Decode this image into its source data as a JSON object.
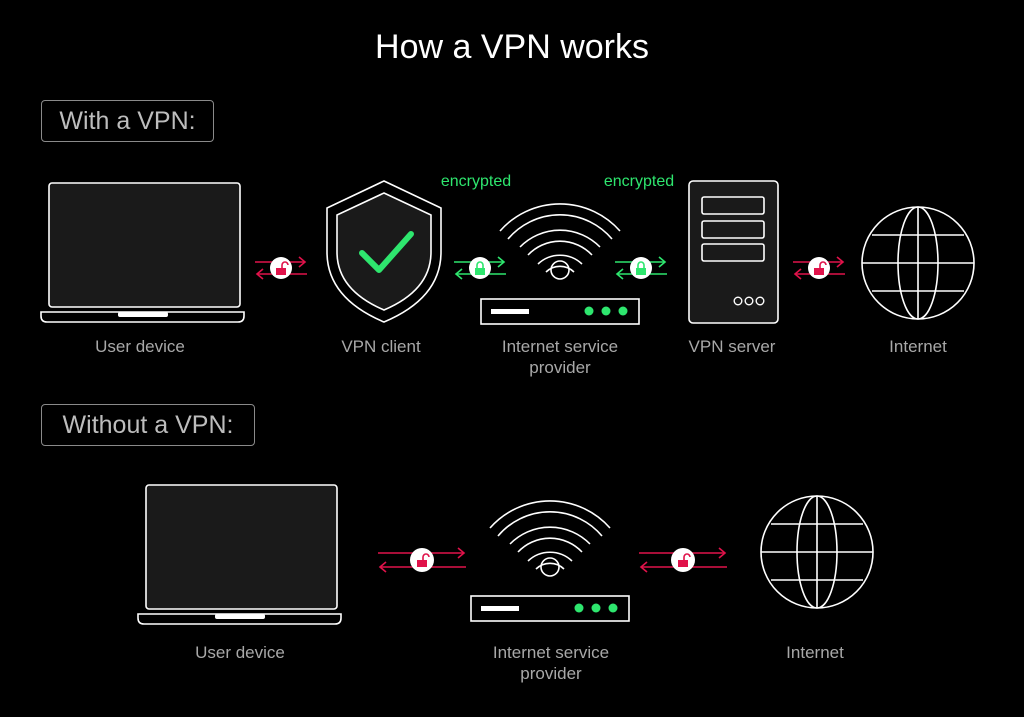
{
  "title": "How a VPN works",
  "with_vpn": {
    "heading": "With a VPN:",
    "nodes": {
      "user_device": "User device",
      "vpn_client": "VPN client",
      "isp_line1": "Internet service",
      "isp_line2": "provider",
      "vpn_server": "VPN server",
      "internet": "Internet"
    },
    "encrypted_label_1": "encrypted",
    "encrypted_label_2": "encrypted"
  },
  "without_vpn": {
    "heading": "Without a VPN:",
    "nodes": {
      "user_device": "User device",
      "isp_line1": "Internet service",
      "isp_line2": "provider",
      "internet": "Internet"
    }
  },
  "colors": {
    "encrypted": "#2ee66e",
    "unencrypted": "#e0124a",
    "outline": "#ffffff",
    "label": "#a8a8a8"
  }
}
